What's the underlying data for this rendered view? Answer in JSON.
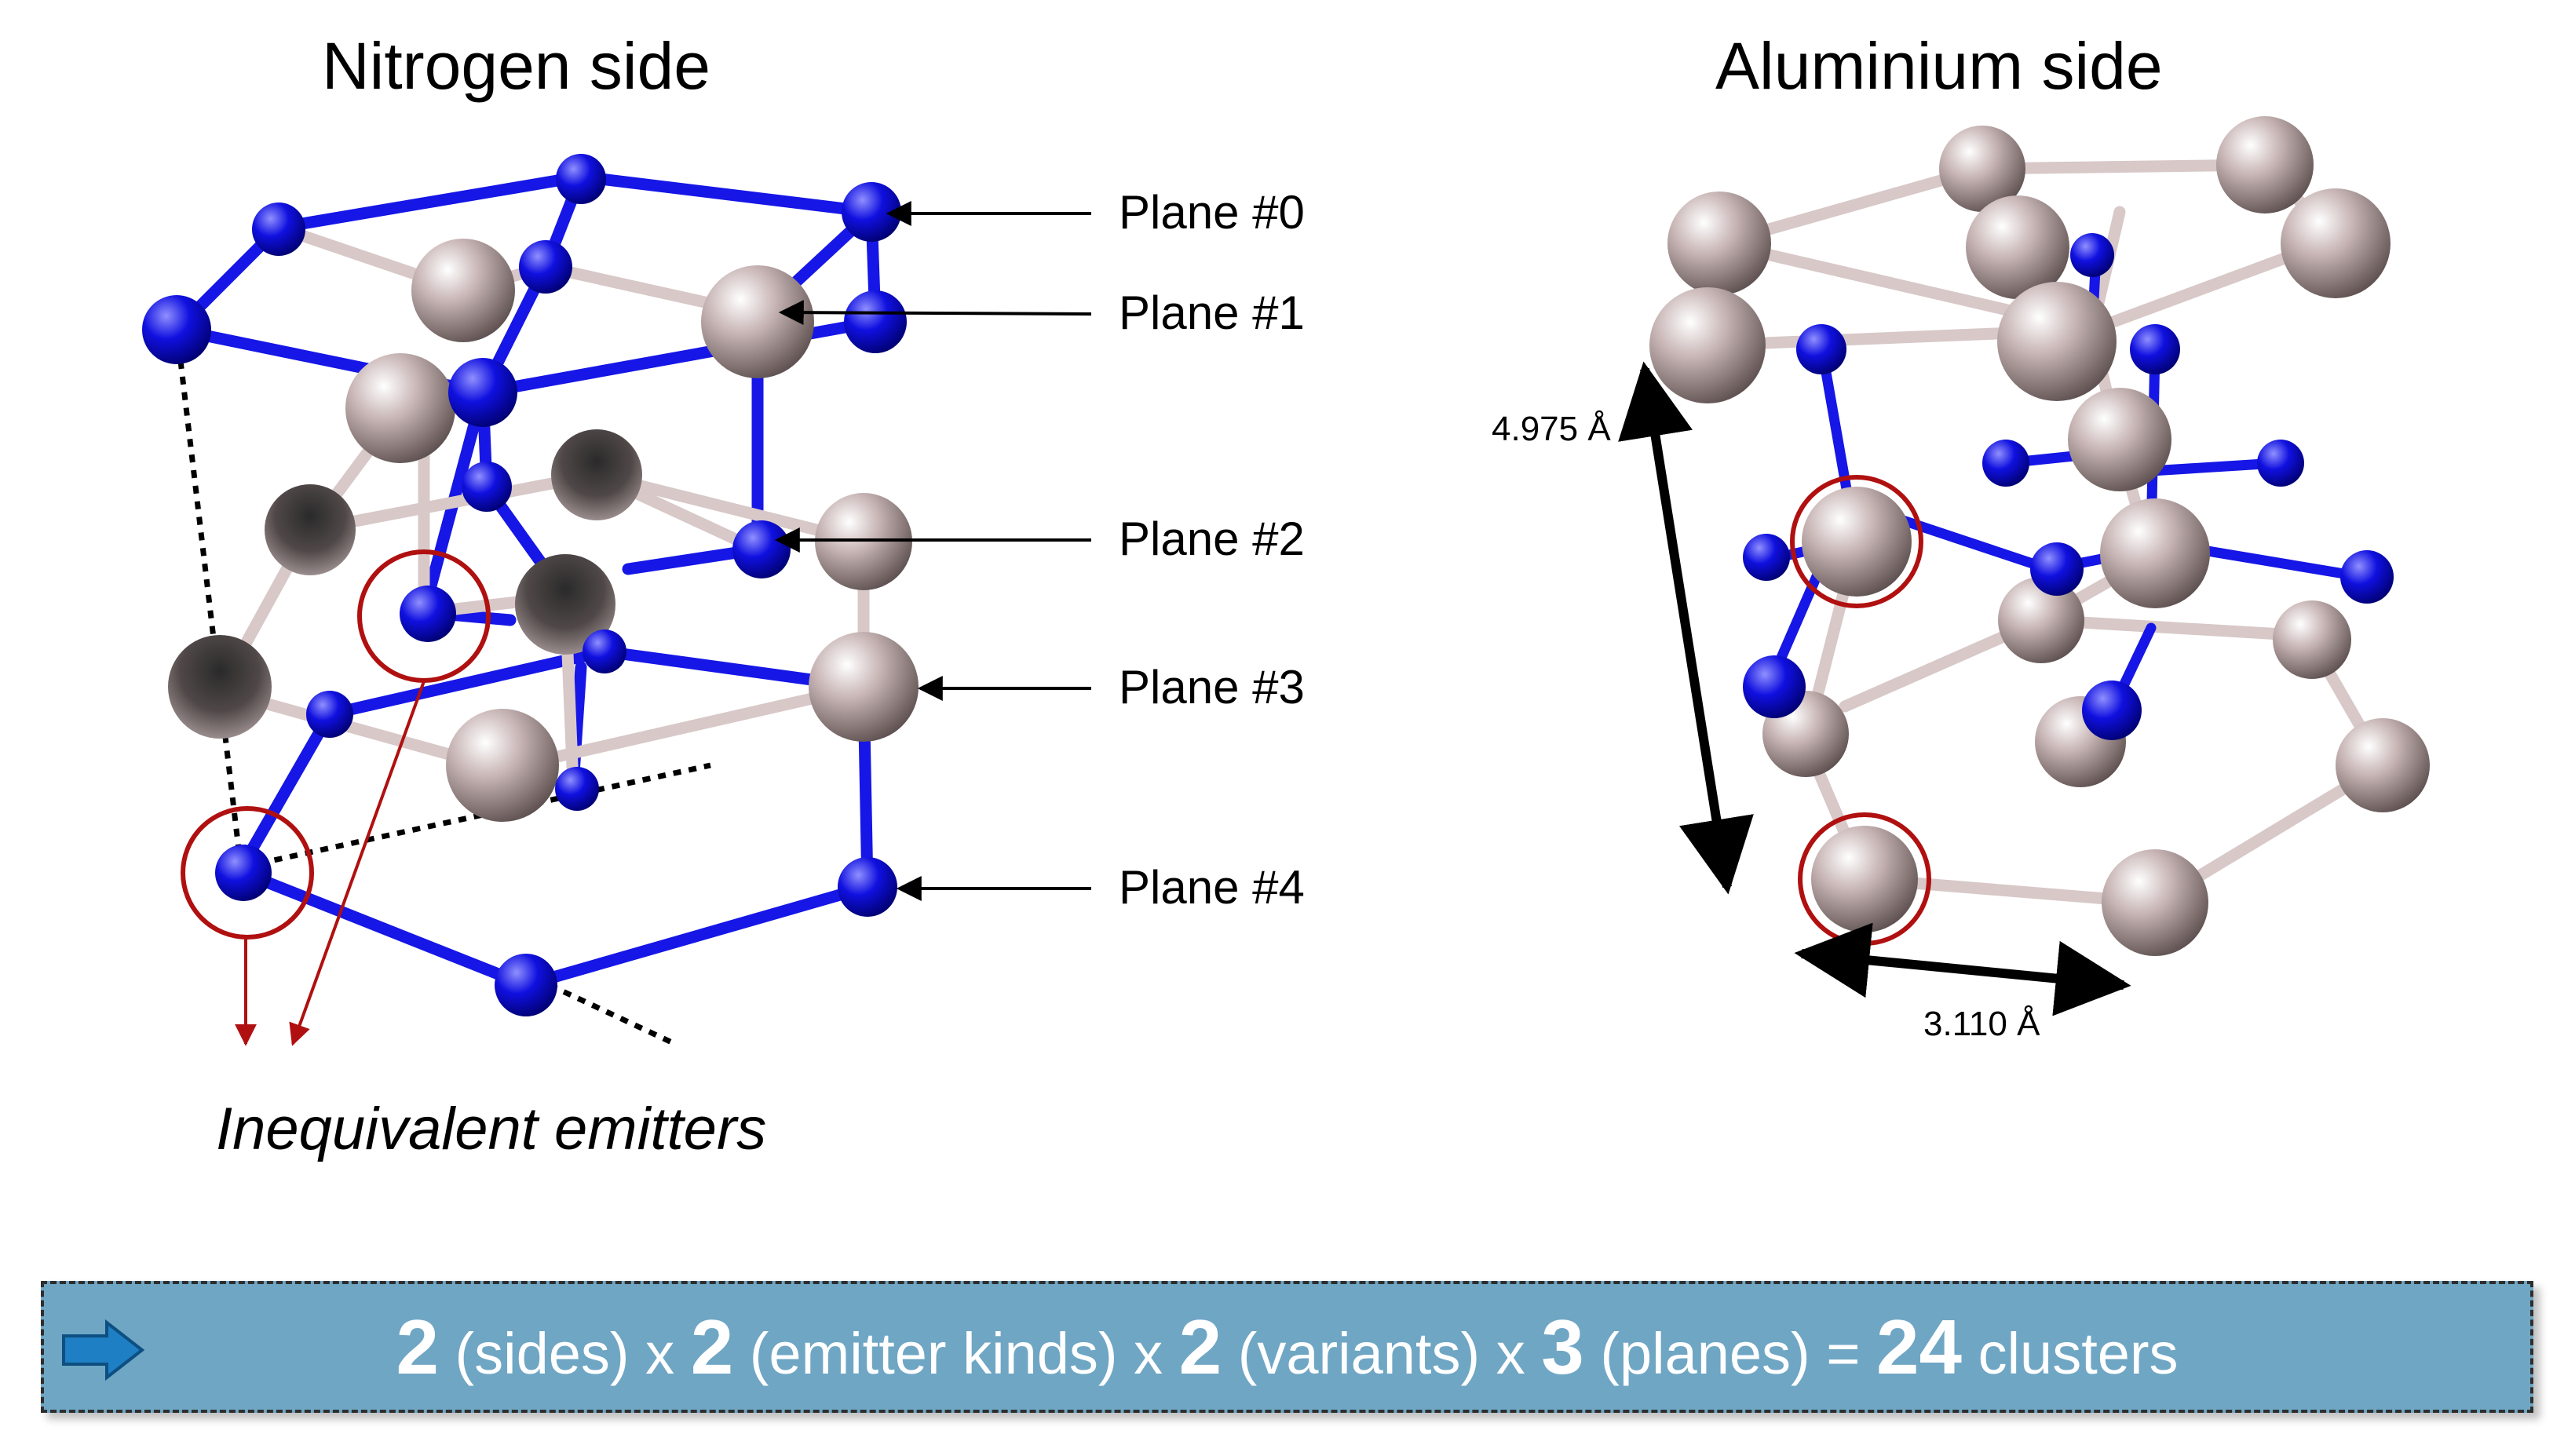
{
  "titles": {
    "nitrogen": "Nitrogen side",
    "aluminium": "Aluminium side"
  },
  "planes": [
    "Plane #0",
    "Plane #1",
    "Plane #2",
    "Plane #3",
    "Plane #4"
  ],
  "distances": {
    "vertical": "4.975 Å",
    "horizontal": "3.110 Å"
  },
  "emitters_label": "Inequivalent emitters",
  "formula": {
    "n1": "2",
    "t1": "(sides) x",
    "n2": "2",
    "t2": "(emitter kinds) x",
    "n3": "2",
    "t3": "(variants) x",
    "n4": "3",
    "t4": "(planes) =",
    "n5": "24",
    "t5": "clusters"
  },
  "colors": {
    "nitrogen": "#1010d8",
    "aluminium": "#c8b8b8",
    "highlight": "#b01010",
    "banner": "#6fa6c4"
  }
}
